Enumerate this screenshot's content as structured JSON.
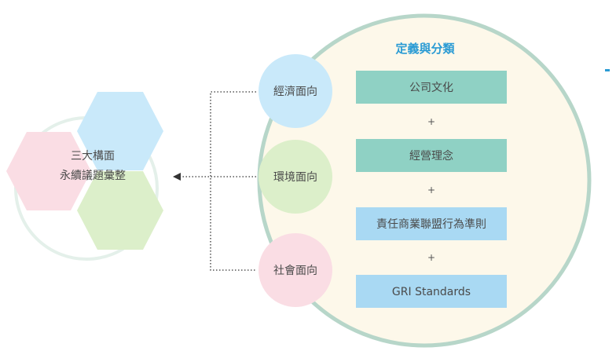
{
  "colors": {
    "big_circle_fill": "#fdf8ea",
    "big_circle_stroke": "#b7d6c9",
    "title": "#2a9bd4",
    "teal_box": "#8fd1c4",
    "blue_box": "#a9d9f3",
    "economy_circle": "#c9e9fa",
    "environment_circle": "#dcefca",
    "social_circle": "#fadde4",
    "hex_blue": "#c9e9fa",
    "hex_pink": "#fadde4",
    "hex_green": "#dcefca",
    "ring_outline": "#e4f0ea",
    "dotted_line": "#333333",
    "side_accent": "#2a9bd4"
  },
  "definition_panel": {
    "title": "定義與分類",
    "items": [
      {
        "label": "公司文化",
        "style": "teal"
      },
      {
        "label": "經營理念",
        "style": "teal"
      },
      {
        "label": "責任商業聯盟行為準則",
        "style": "blue"
      },
      {
        "label": "GRI Standards",
        "style": "blue"
      }
    ],
    "separator": "+"
  },
  "aspects": [
    {
      "label": "經濟面向",
      "color_key": "economy_circle"
    },
    {
      "label": "環境面向",
      "color_key": "environment_circle"
    },
    {
      "label": "社會面向",
      "color_key": "social_circle"
    }
  ],
  "summary": {
    "line1": "三大構面",
    "line2": "永續議題彙整"
  }
}
